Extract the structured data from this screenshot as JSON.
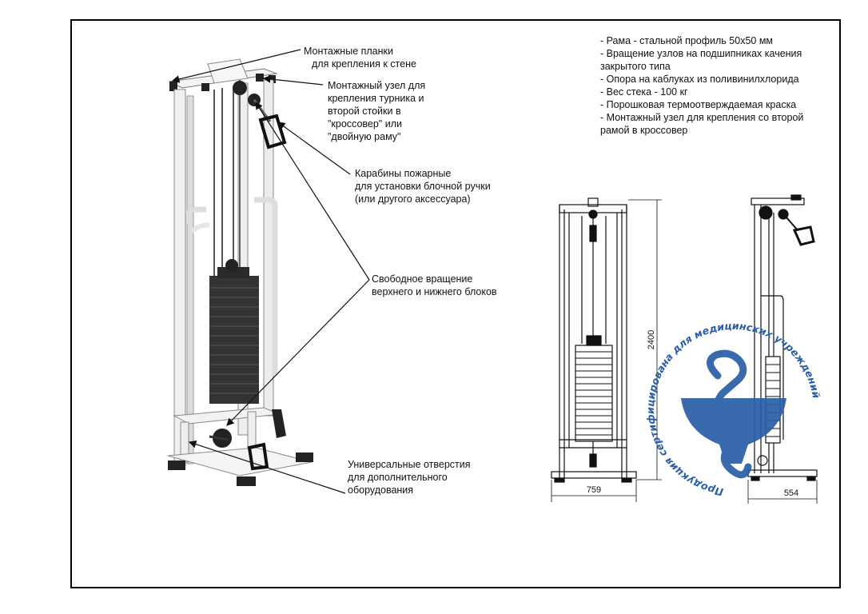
{
  "callouts": {
    "planks": [
      "Монтажные планки",
      "для крепления к стене"
    ],
    "mount": [
      "Монтажный узел для",
      "крепления турника и",
      "второй стойки в",
      "\"кроссовер\" или",
      "\"двойную раму\""
    ],
    "carabiners": [
      "Карабины пожарные",
      "для установки блочной ручки",
      "(или другого аксессуара)"
    ],
    "rotation": [
      "Свободное вращение",
      "верхнего и нижнего блоков"
    ],
    "holes": [
      "Универсальные отверстия",
      "для дополнительного",
      "оборудования"
    ]
  },
  "specs": [
    "- Рама - стальной профиль 50х50 мм",
    "- Вращение узлов на подшипниках качения",
    "закрытого типа",
    "- Опора на каблуках из поливинилхлорида",
    "- Вес стека - 100 кг",
    "- Порошковая термоотверждаемая краска",
    "- Монтажный узел для крепления со второй",
    "рамой в кроссовер"
  ],
  "dimensions": {
    "height": "2400",
    "width": "759",
    "depth": "554"
  },
  "stamp": {
    "text": "Продукция сертифицирована для медицинских учреждений",
    "color": "#2a5ea8",
    "icon": "bowl-of-hygieia-icon"
  }
}
